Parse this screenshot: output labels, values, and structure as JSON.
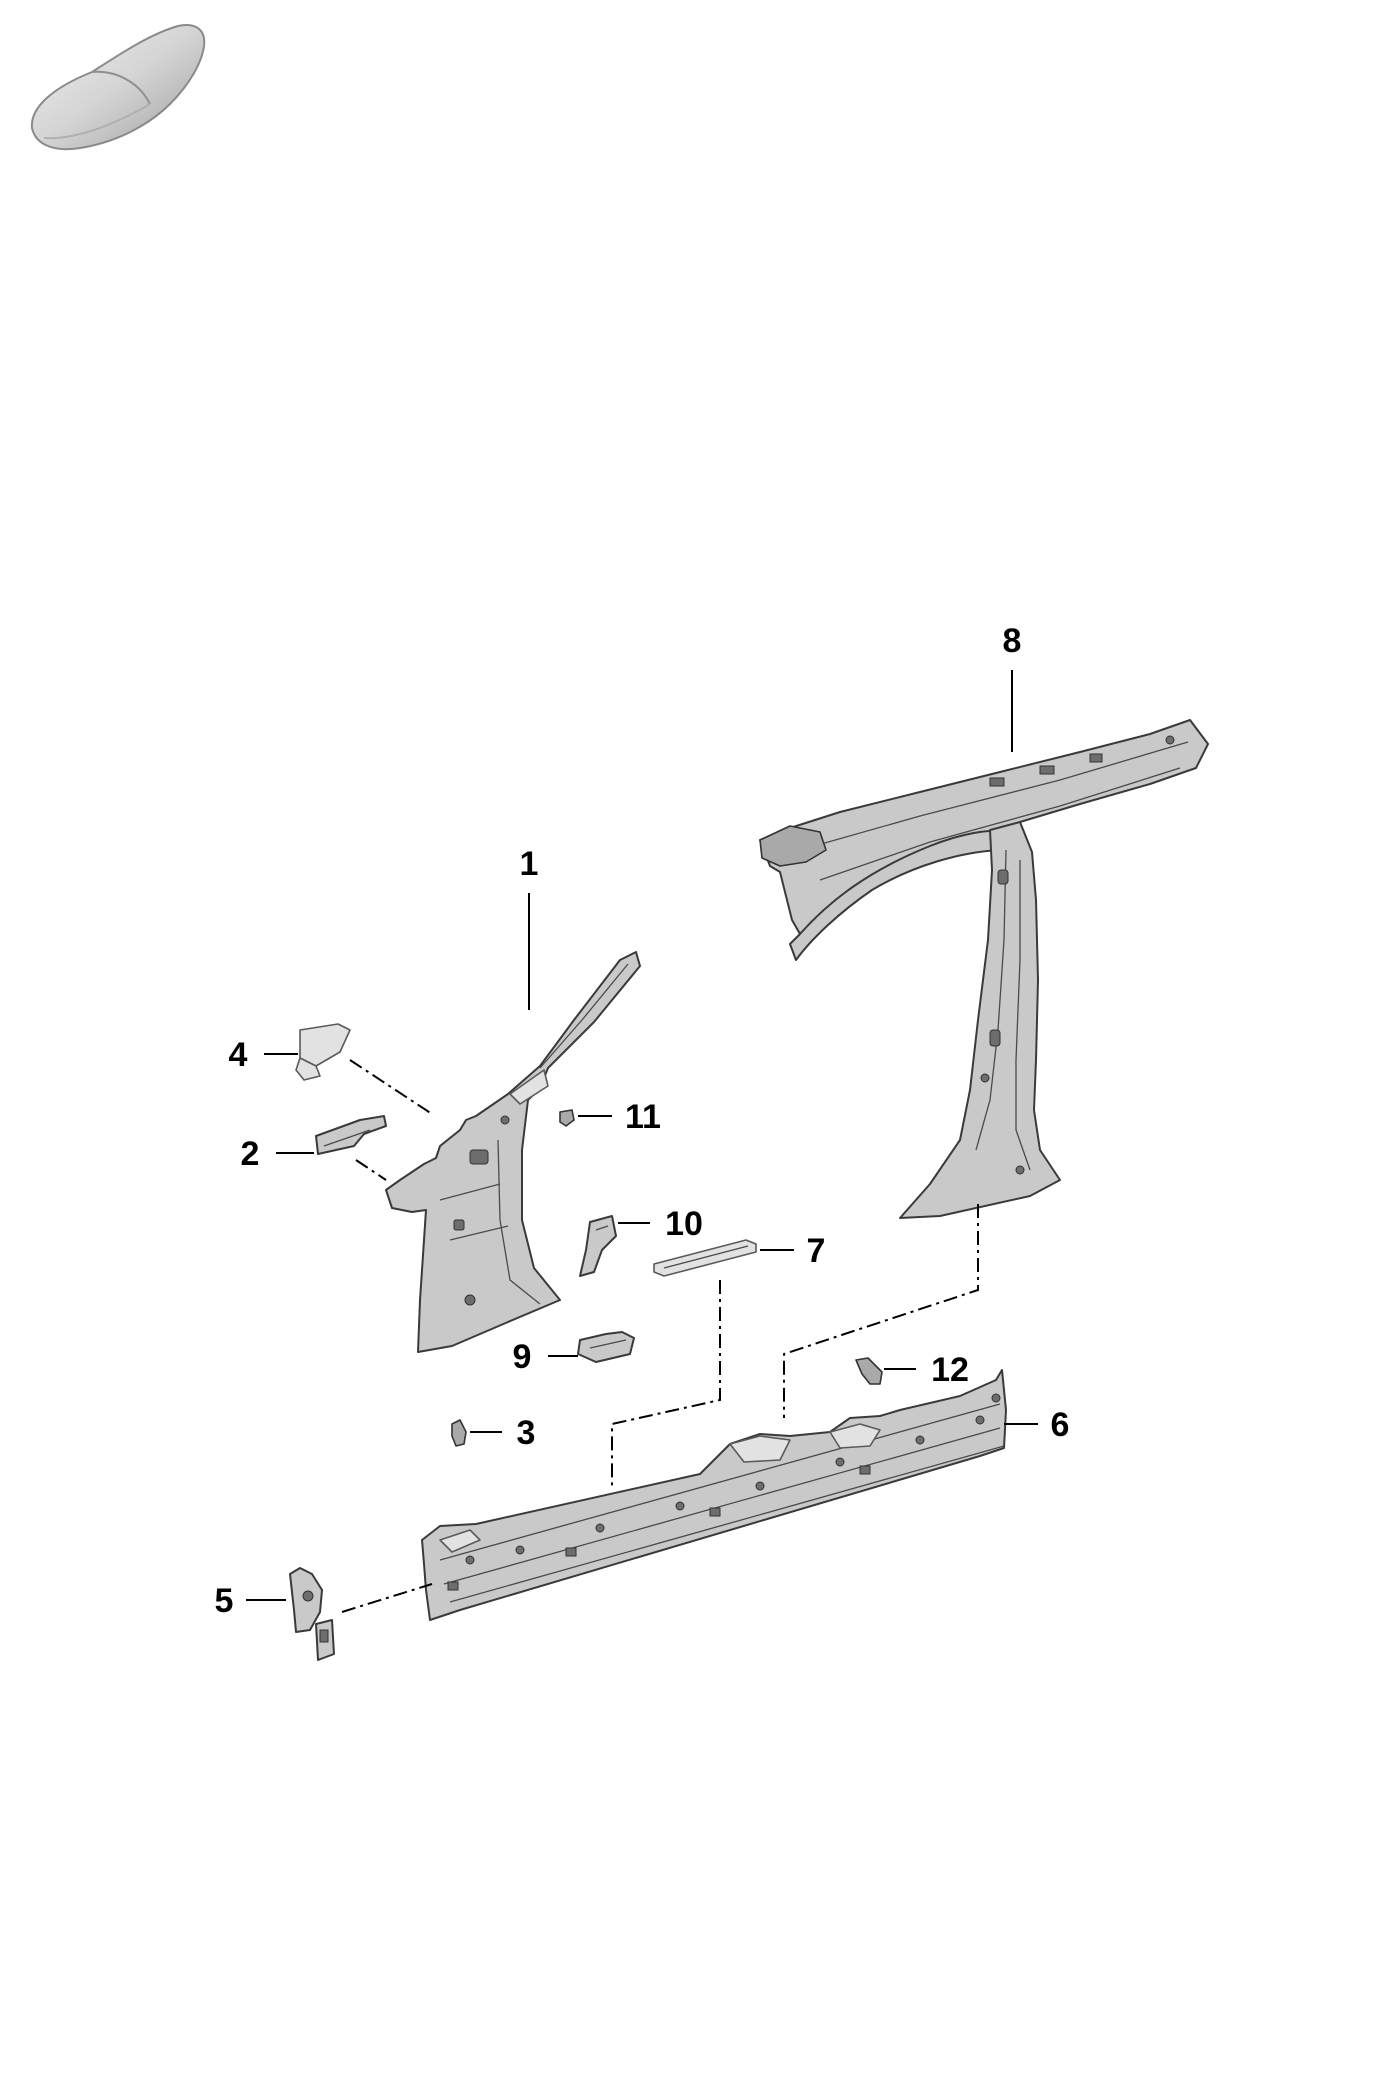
{
  "diagram": {
    "callouts": [
      {
        "id": "1",
        "label": "1"
      },
      {
        "id": "2",
        "label": "2"
      },
      {
        "id": "3",
        "label": "3"
      },
      {
        "id": "4",
        "label": "4"
      },
      {
        "id": "5",
        "label": "5"
      },
      {
        "id": "6",
        "label": "6"
      },
      {
        "id": "7",
        "label": "7"
      },
      {
        "id": "8",
        "label": "8"
      },
      {
        "id": "9",
        "label": "9"
      },
      {
        "id": "10",
        "label": "10"
      },
      {
        "id": "11",
        "label": "11"
      },
      {
        "id": "12",
        "label": "12"
      }
    ],
    "colors": {
      "part_fill": "#c9c9c9",
      "part_outline": "#3a3a3a",
      "callout_text": "#000000",
      "background": "#ffffff"
    },
    "icons": {
      "vehicle_thumbnail": "car-silhouette-icon"
    }
  }
}
